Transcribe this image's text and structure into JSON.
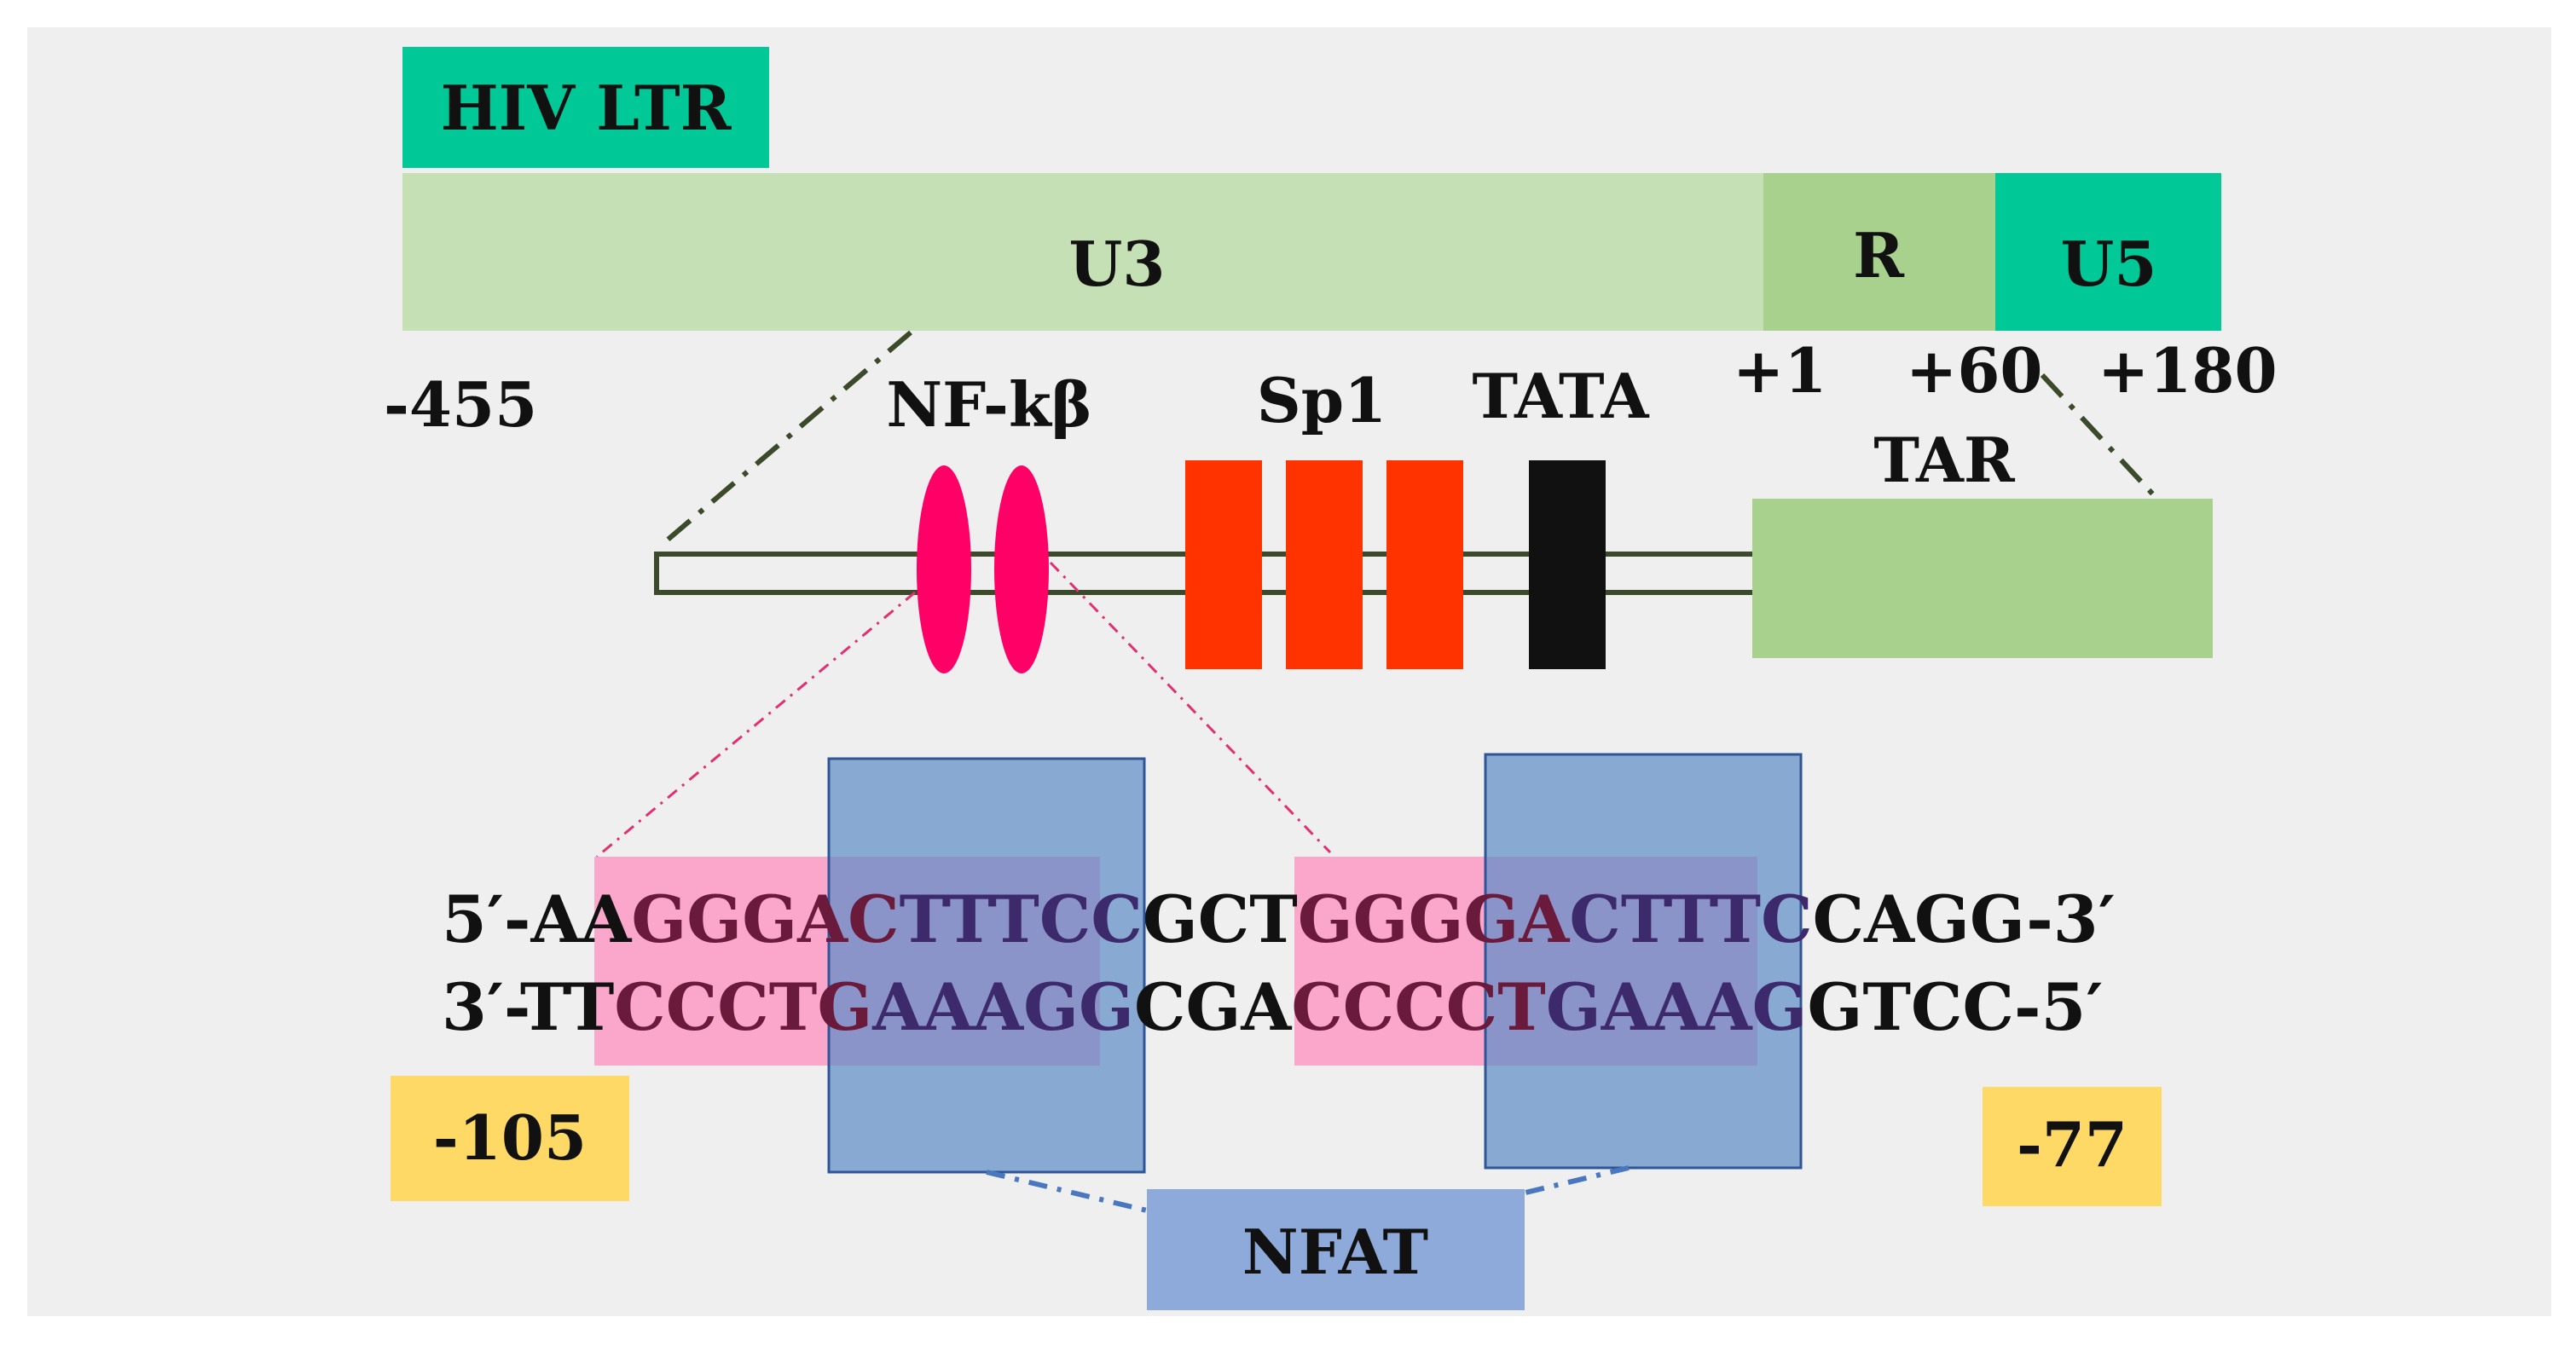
{
  "title": "HIV LTR",
  "regions": {
    "u3": "U3",
    "r": "R",
    "u5": "U5",
    "tar": "TAR"
  },
  "positions": {
    "start": "-455",
    "plus1": "+1",
    "plus60": "+60",
    "plus180": "+180"
  },
  "elements": {
    "nfkb": "NF-kβ",
    "sp1": "Sp1",
    "tata": "TATA"
  },
  "sequence": {
    "top_strand": [
      {
        "text": "5′-AA",
        "style": "plain"
      },
      {
        "text": "GGGAC",
        "style": "pink"
      },
      {
        "text": "TTTCC",
        "style": "overlap"
      },
      {
        "text": "GCT",
        "style": "plain"
      },
      {
        "text": "GGGGA",
        "style": "pink"
      },
      {
        "text": "CTTTC",
        "style": "overlap"
      },
      {
        "text": "CAGG-3′",
        "style": "plain"
      }
    ],
    "bottom_strand": [
      {
        "text": "3′-TT",
        "style": "plain"
      },
      {
        "text": "CCCTG",
        "style": "pink"
      },
      {
        "text": "AAAGG",
        "style": "overlap"
      },
      {
        "text": "CGA",
        "style": "plain"
      },
      {
        "text": "CCCCT",
        "style": "pink"
      },
      {
        "text": "GAAAG",
        "style": "overlap"
      },
      {
        "text": "GTCC-5′",
        "style": "plain"
      }
    ]
  },
  "markers": {
    "left": "-105",
    "right": "-77"
  },
  "nfat": "NFAT",
  "colors": {
    "background": "#efefef",
    "teal": "#00c896",
    "light_green": "#c5e0b4",
    "mid_green": "#a9d18e",
    "nfkb_magenta": "#ff0066",
    "sp1_red": "#ff3300",
    "tata_black": "#111111",
    "pink_box": "#ff8fc0",
    "blue_box": "#7fa6d6",
    "yellow": "#ffd966",
    "nfat_blue": "#8eaadb",
    "text_pink": "#6a1a3a",
    "text_overlap": "#3c2a6c",
    "dash_dark": "#3a4a2a",
    "dash_pink": "#e03070",
    "dash_blue": "#4a78c0"
  }
}
